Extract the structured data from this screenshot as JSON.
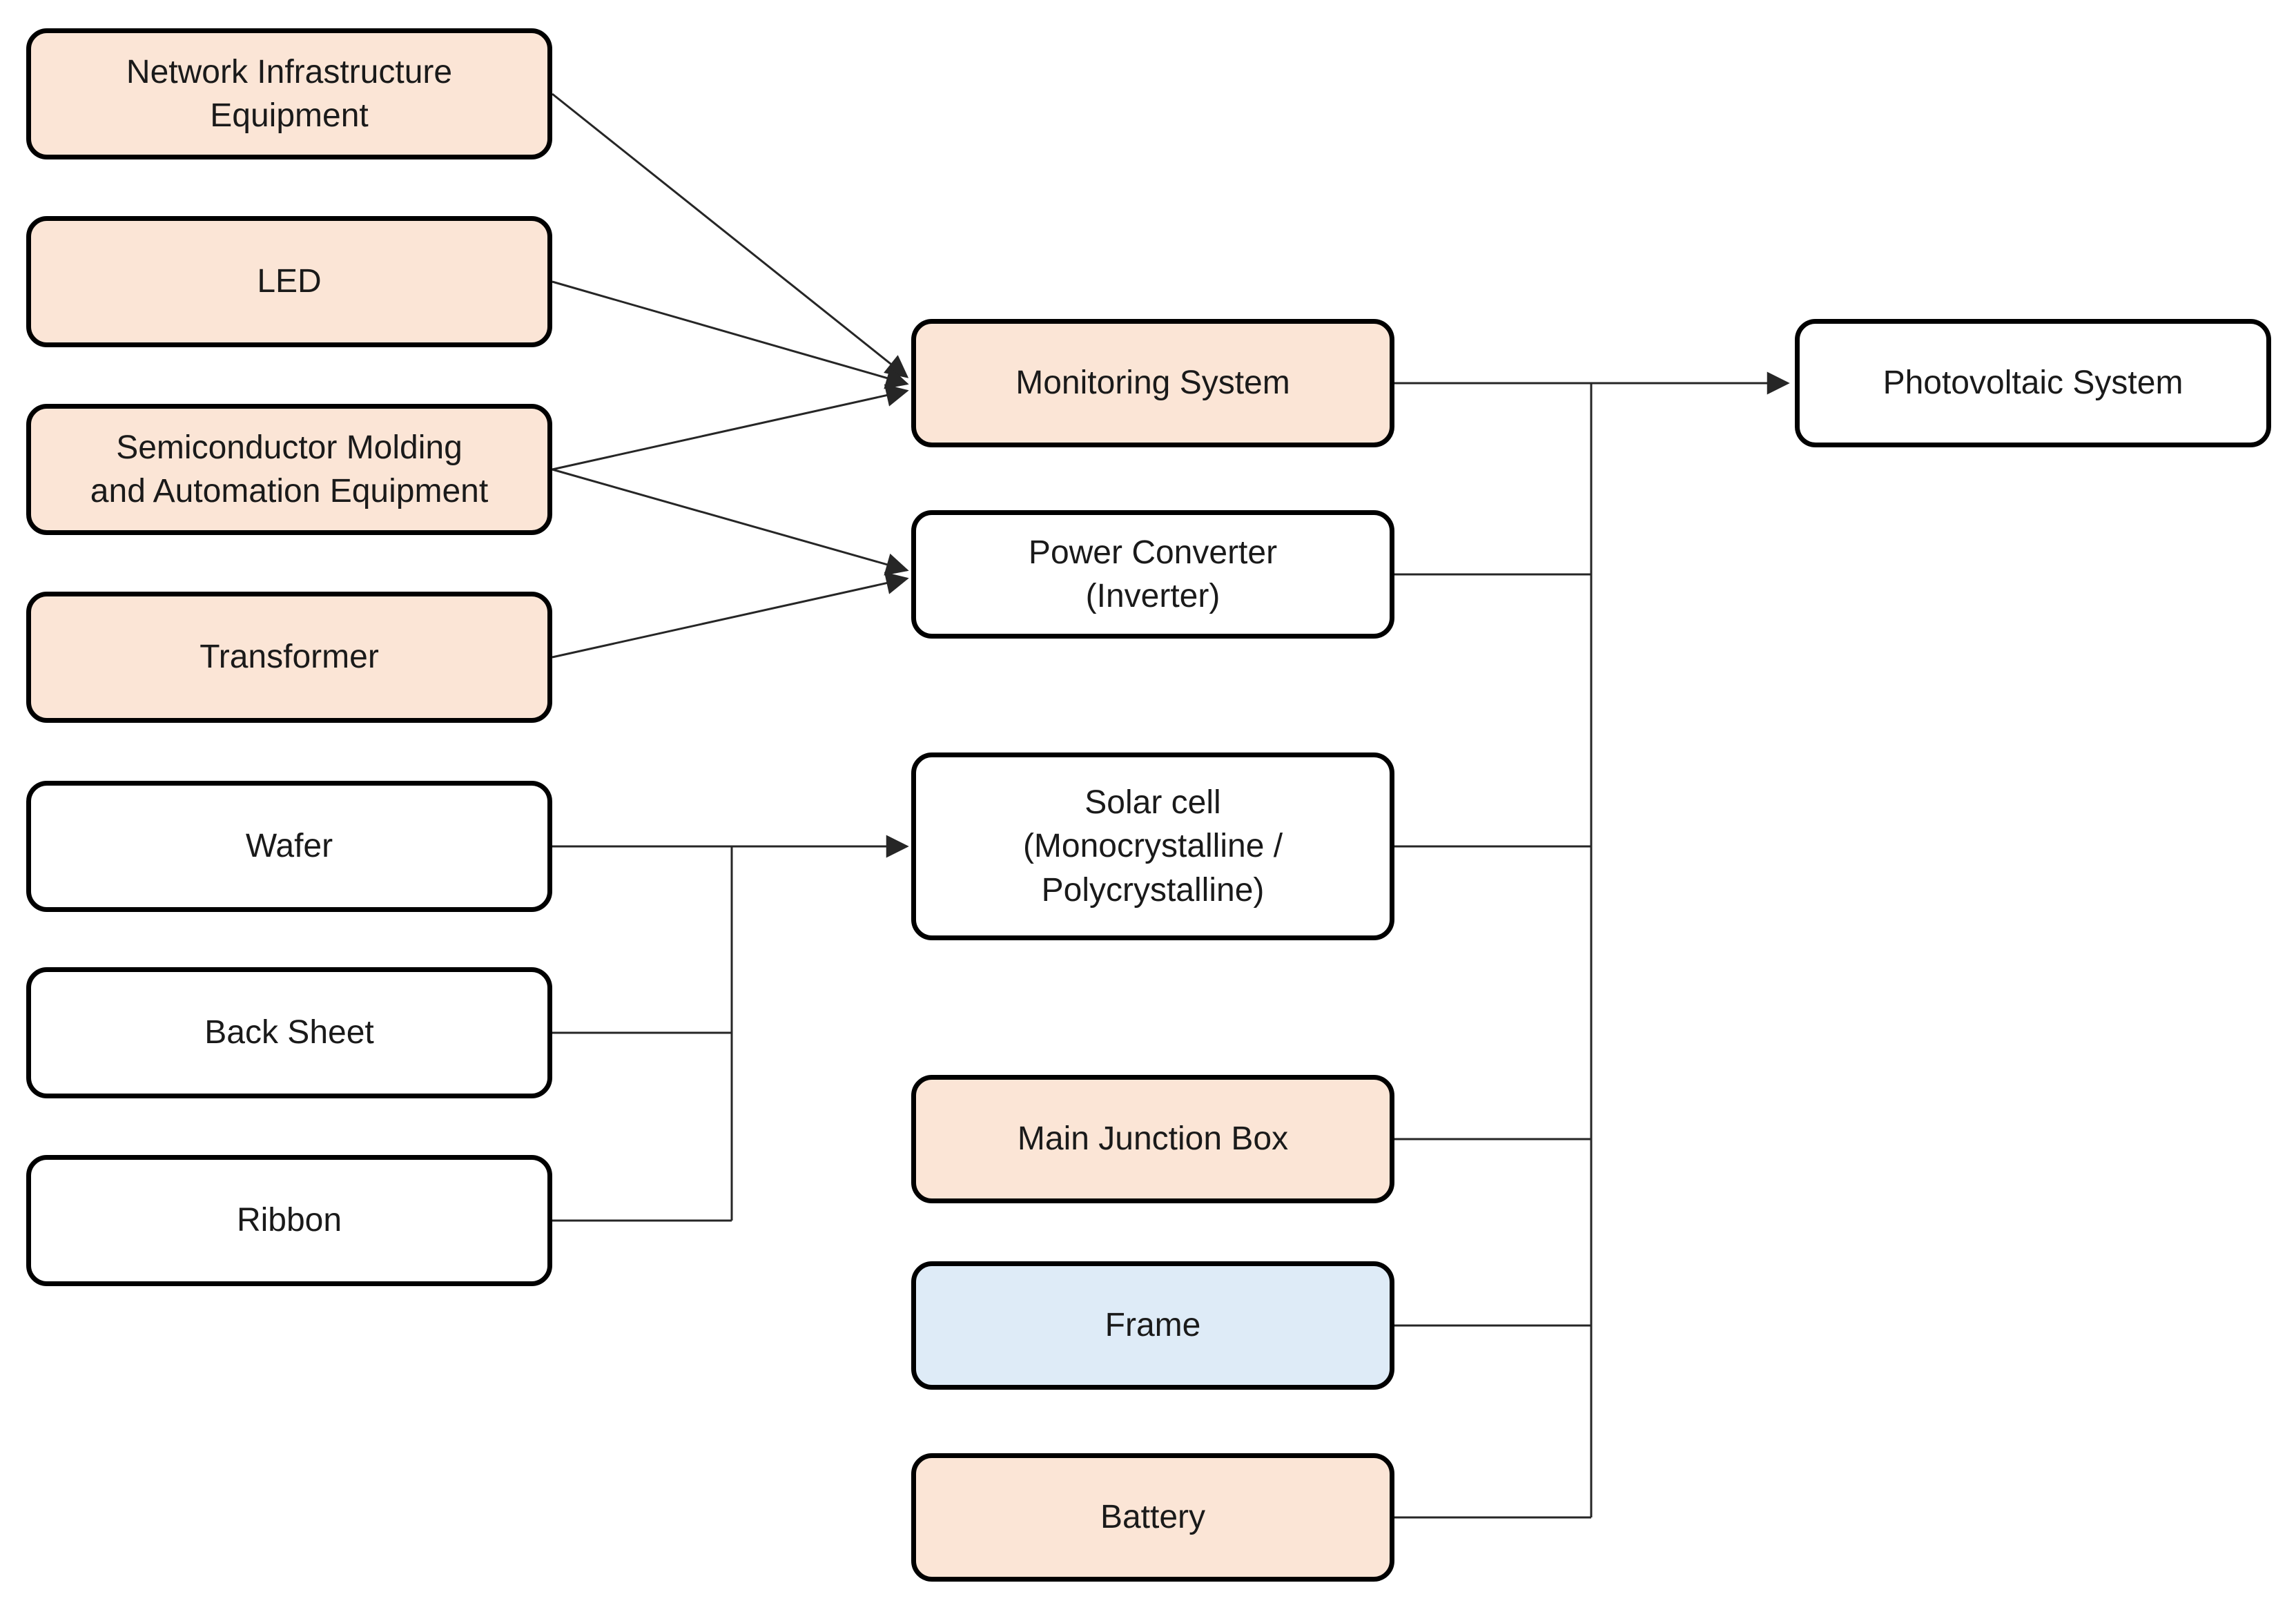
{
  "diagram": {
    "background": "#ffffff",
    "line_color": "#262626",
    "colors": {
      "peach_fill": "#FBE5D6",
      "blue_fill": "#DEEBF7",
      "white_fill": "#FFFFFF",
      "node_border": "#000000",
      "text": "#1a1a1a"
    },
    "nodes": [
      {
        "id": "network-infrastructure-equipment",
        "label": "Network Infrastructure\nEquipment",
        "fill": "#FBE5D6"
      },
      {
        "id": "led",
        "label": "LED",
        "fill": "#FBE5D6"
      },
      {
        "id": "semiconductor-molding-and-automation-equipment",
        "label": "Semiconductor Molding\nand Automation Equipment",
        "fill": "#FBE5D6"
      },
      {
        "id": "transformer",
        "label": "Transformer",
        "fill": "#FBE5D6"
      },
      {
        "id": "wafer",
        "label": "Wafer",
        "fill": "#FFFFFF"
      },
      {
        "id": "back-sheet",
        "label": "Back Sheet",
        "fill": "#FFFFFF"
      },
      {
        "id": "ribbon",
        "label": "Ribbon",
        "fill": "#FFFFFF"
      },
      {
        "id": "monitoring-system",
        "label": "Monitoring System",
        "fill": "#FBE5D6"
      },
      {
        "id": "power-converter-inverter",
        "label": "Power Converter\n(Inverter)",
        "fill": "#FFFFFF"
      },
      {
        "id": "solar-cell",
        "label": "Solar cell\n(Monocrystalline /\nPolycrystalline)",
        "fill": "#FFFFFF"
      },
      {
        "id": "main-junction-box",
        "label": "Main Junction Box",
        "fill": "#FBE5D6"
      },
      {
        "id": "frame",
        "label": "Frame",
        "fill": "#DEEBF7"
      },
      {
        "id": "battery",
        "label": "Battery",
        "fill": "#FBE5D6"
      },
      {
        "id": "photovoltaic-system",
        "label": "Photovoltaic System",
        "fill": "#FFFFFF"
      }
    ],
    "edges": [
      {
        "from": "network-infrastructure-equipment",
        "to": "monitoring-system",
        "arrow": true
      },
      {
        "from": "led",
        "to": "monitoring-system",
        "arrow": true
      },
      {
        "from": "semiconductor-molding-and-automation-equipment",
        "to": "monitoring-system",
        "arrow": true
      },
      {
        "from": "semiconductor-molding-and-automation-equipment",
        "to": "power-converter-inverter",
        "arrow": true
      },
      {
        "from": "transformer",
        "to": "power-converter-inverter",
        "arrow": true
      },
      {
        "from": "wafer",
        "to": "solar-cell",
        "arrow": true
      },
      {
        "from": "back-sheet",
        "to": "solar-cell",
        "arrow": false,
        "note": "joins wafer connector"
      },
      {
        "from": "ribbon",
        "to": "solar-cell",
        "arrow": false,
        "note": "joins wafer connector"
      },
      {
        "from": "monitoring-system",
        "to": "photovoltaic-system",
        "arrow": true
      },
      {
        "from": "power-converter-inverter",
        "to": "photovoltaic-system",
        "arrow": false,
        "note": "via vertical bus"
      },
      {
        "from": "solar-cell",
        "to": "photovoltaic-system",
        "arrow": false,
        "note": "via vertical bus"
      },
      {
        "from": "main-junction-box",
        "to": "photovoltaic-system",
        "arrow": false,
        "note": "via vertical bus"
      },
      {
        "from": "frame",
        "to": "photovoltaic-system",
        "arrow": false,
        "note": "via vertical bus"
      },
      {
        "from": "battery",
        "to": "photovoltaic-system",
        "arrow": false,
        "note": "via vertical bus"
      }
    ]
  }
}
